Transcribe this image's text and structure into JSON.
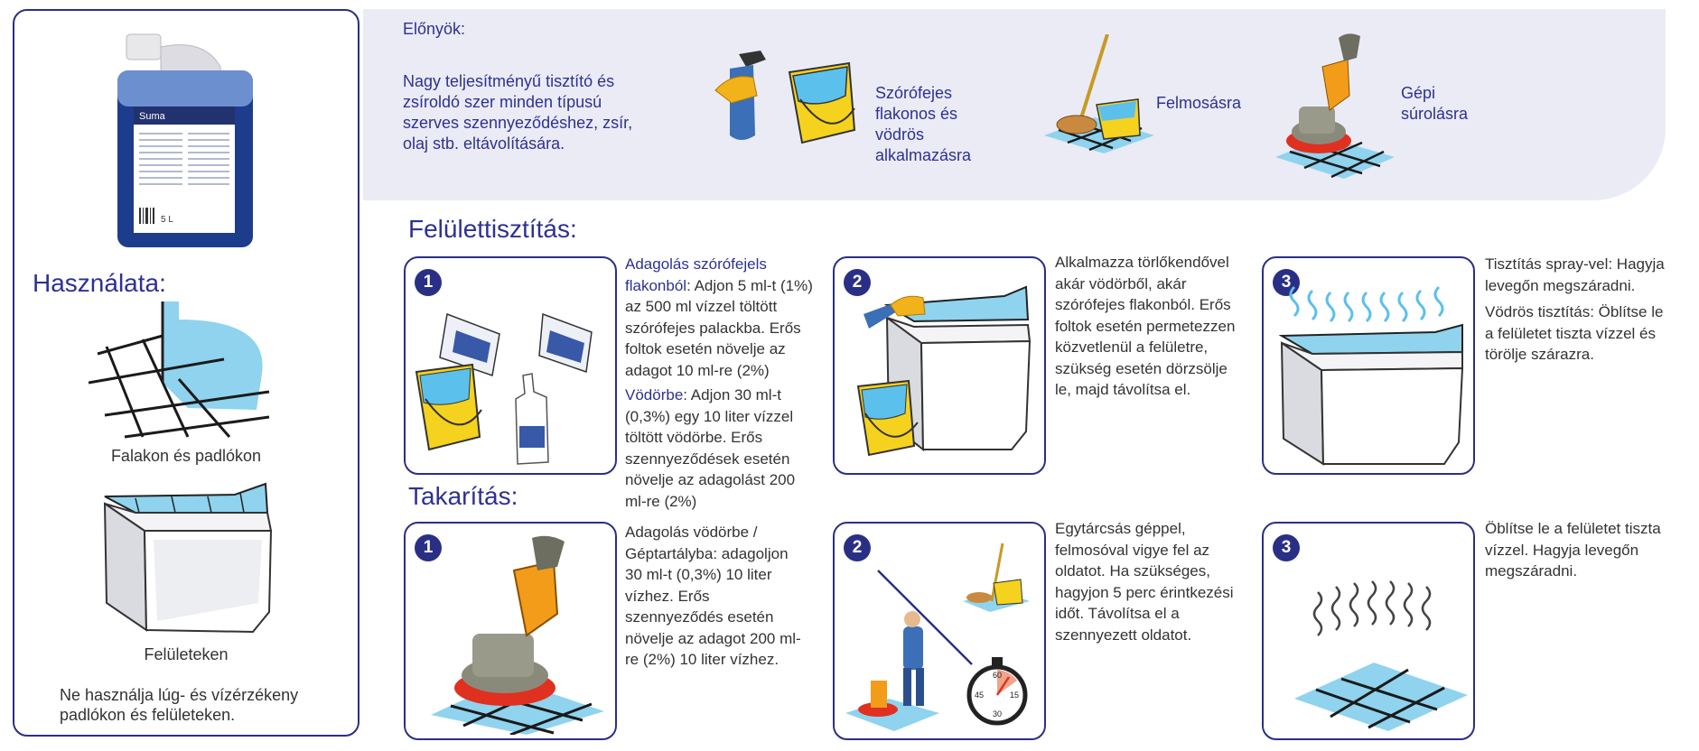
{
  "left": {
    "heading": "Használata:",
    "caption_walls_floors": "Falakon és padlókon",
    "caption_surfaces": "Felületeken",
    "warning": "Ne használja lúg- és vízérzékeny padlókon és felületeken."
  },
  "benefits": {
    "title": "Előnyök:",
    "description": "Nagy teljesítményű tisztító és zsíroldó szer minden típusú szerves szennyeződéshez, zsír, olaj stb. eltávolítására.",
    "spray_bucket": "Szórófejes flakonos és vödrös alkalmazásra",
    "mopping": "Felmosásra",
    "machine": "Gépi súrolásra"
  },
  "surface": {
    "heading": "Felülettisztítás:",
    "step1": {
      "num": "1",
      "spray_title": "Adagolás szórófejels flakonból",
      "spray_text": ": Adjon 5 ml-t (1%) az 500 ml vízzel töltött szórófejes palackba. Erős foltok esetén növelje az adagot 10 ml-re (2%)",
      "bucket_title": "Vödörbe",
      "bucket_text": ": Adjon 30 ml-t (0,3%) egy 10 liter vízzel töltött vödörbe. Erős szennyeződések esetén növelje az adagolást 200 ml-re (2%)"
    },
    "step2": {
      "num": "2",
      "text": "Alkalmazza törlőkendővel akár vödörből, akár szórófejes flakonból. Erős foltok esetén permetezzen közvetlenül a felületre, szükség esetén dörzsölje le, majd távolítsa el."
    },
    "step3": {
      "num": "3",
      "text1": "Tisztítás spray-vel: Hagyja levegőn megszáradni.",
      "text2": "Vödrös tisztítás: Öblítse le a felületet tiszta vízzel és törölje szárazra."
    }
  },
  "cleaning": {
    "heading": "Takarítás:",
    "step1": {
      "num": "1",
      "text": "Adagolás vödörbe / Géptartályba: adagoljon 30 ml-t (0,3%) 10 liter vízhez. Erős szennyeződés esetén növelje az adagot 200 ml-re (2%) 10 liter vízhez."
    },
    "step2": {
      "num": "2",
      "text": "Egytárcsás géppel, felmosóval vigye fel az oldatot. Ha szükséges, hagyjon 5 perc érintkezési időt. Távolítsa el a szennyezett oldatot.",
      "timer_labels": [
        "60",
        "15",
        "30",
        "45"
      ]
    },
    "step3": {
      "num": "3",
      "text": "Öblítse le a felületet tiszta vízzel. Hagyja levegőn megszáradni."
    }
  },
  "product": {
    "label": "Suma",
    "volume": "5 L"
  },
  "colors": {
    "navy": "#2a2f86",
    "band": "#eaebf5",
    "water_blue": "#8fd3ee",
    "bucket_yellow": "#f5d21e",
    "machine_orange": "#f39c1a"
  }
}
